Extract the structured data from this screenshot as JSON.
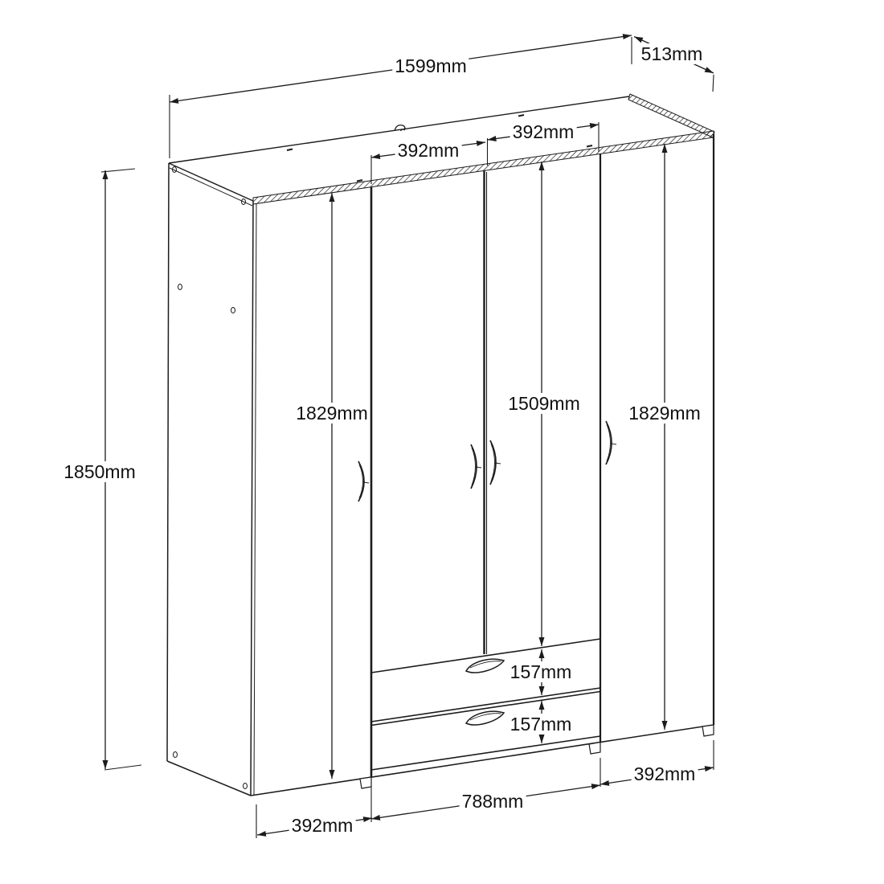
{
  "drawing": {
    "line_color": "#1c1c1c",
    "background_color": "#ffffff"
  },
  "labels": {
    "top_width": "1599mm",
    "depth": "513mm",
    "door2_width": "392mm",
    "door3_width": "392mm",
    "overall_height": "1850mm",
    "left_door_height": "1829mm",
    "middle_doors_height": "1509mm",
    "right_door_height": "1829mm",
    "top_drawer_height": "157mm",
    "bottom_drawer_height": "157mm",
    "drawer_section_width": "788mm",
    "left_door_width": "392mm",
    "right_door_width": "392mm"
  }
}
